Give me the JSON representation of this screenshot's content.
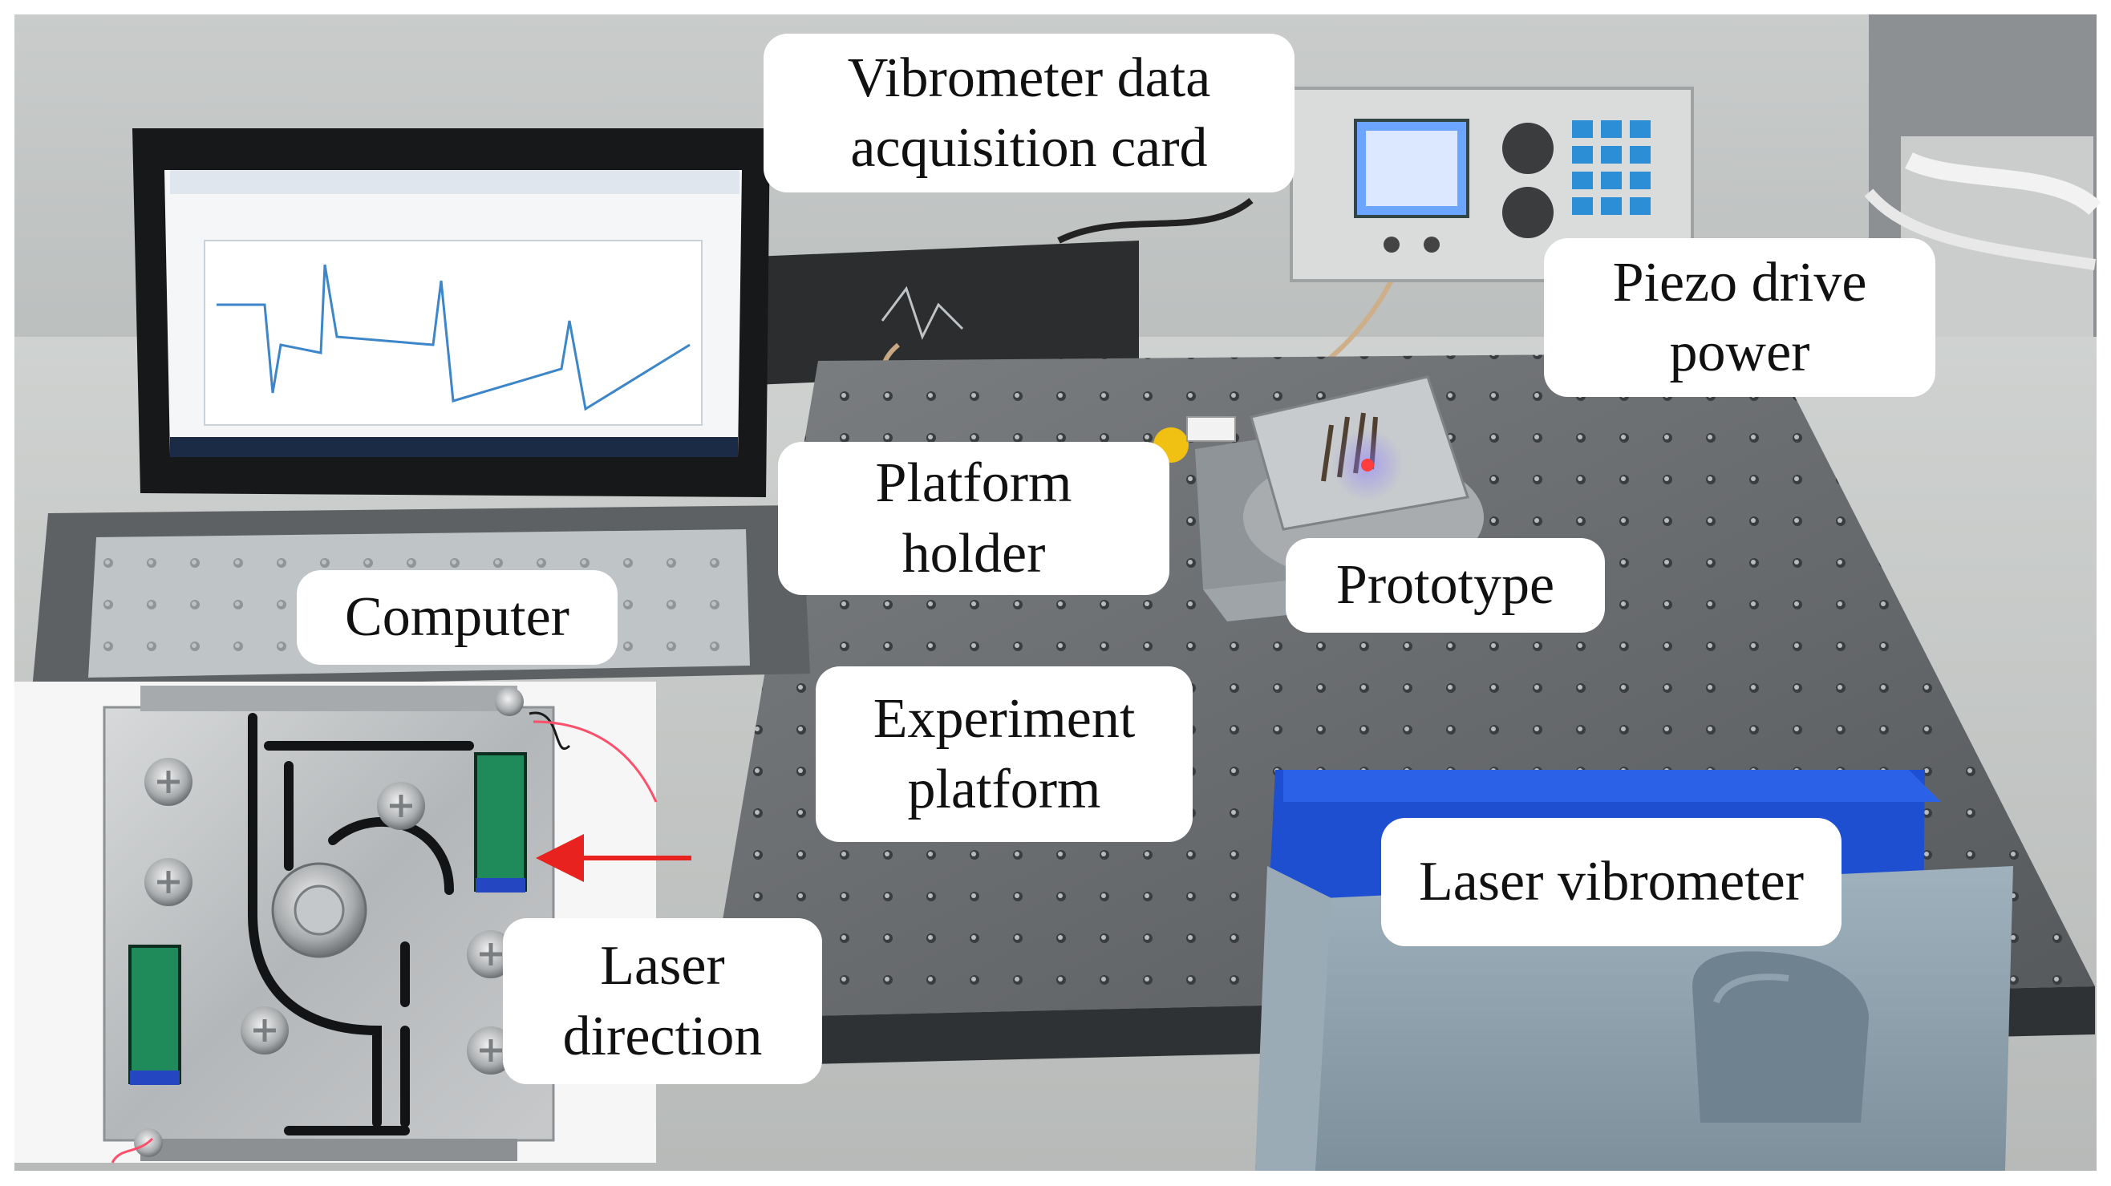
{
  "labels": {
    "vibrometer_card": "Vibrometer data\nacquisition card",
    "piezo_power": "Piezo drive\npower",
    "platform_holder": "Platform\nholder",
    "prototype": "Prototype",
    "computer": "Computer",
    "experiment_platform": "Experiment\nplatform",
    "laser_vibrometer": "Laser vibrometer",
    "laser_direction": "Laser\ndirection"
  },
  "colors": {
    "laser_arrow": "#e8231f",
    "vibrometer_housing": "#1f4fd1",
    "piezo_strip": "#1f8a5a"
  }
}
